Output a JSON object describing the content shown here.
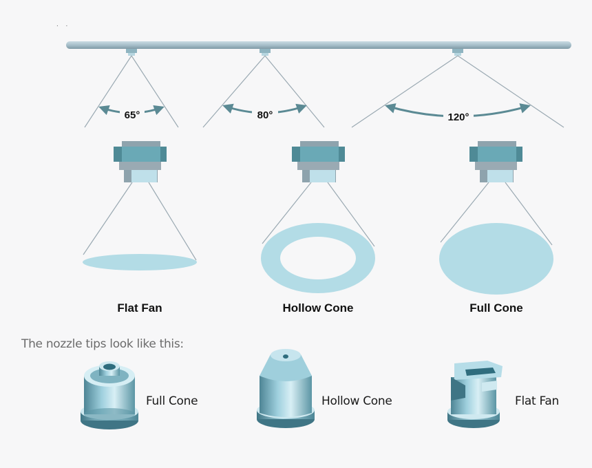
{
  "top_marks": ". .",
  "angles": [
    {
      "value": "65°"
    },
    {
      "value": "80°"
    },
    {
      "value": "120°"
    }
  ],
  "patterns": [
    {
      "label": "Flat Fan"
    },
    {
      "label": "Hollow Cone"
    },
    {
      "label": "Full Cone"
    }
  ],
  "tips_heading": "The nozzle tips look like this:",
  "tips": [
    {
      "label": "Full Cone"
    },
    {
      "label": "Hollow Cone"
    },
    {
      "label": "Flat Fan"
    }
  ],
  "colors": {
    "pipe": "#a9c0cc",
    "spray_line": "#9aa9b2",
    "arrow": "#5b8a94",
    "nozzle_dark": "#4f8a96",
    "nozzle_mid": "#8ea3ad",
    "nozzle_light": "#bfe0ea",
    "pattern_fill": "#b3dce6"
  }
}
